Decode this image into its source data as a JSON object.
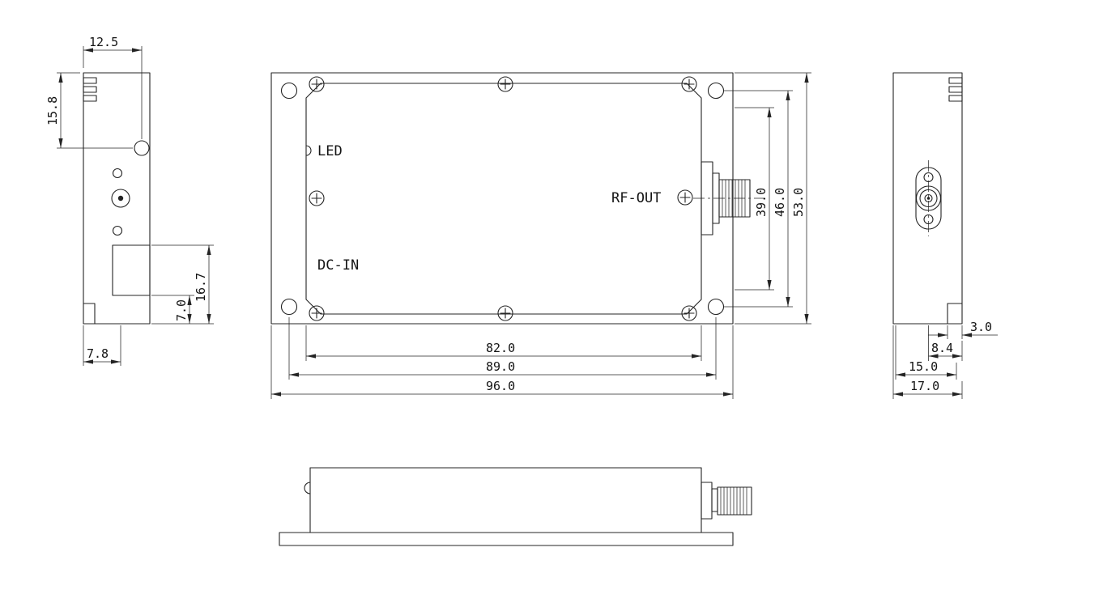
{
  "drawing": {
    "labels": {
      "led": "LED",
      "dc_in": "DC-IN",
      "rf_out": "RF-OUT"
    },
    "dims": {
      "left": {
        "top_width": "12.5",
        "hole_offset": "15.8",
        "foot_height": "7.0",
        "dc_height": "16.7",
        "bottom_width": "7.8"
      },
      "top": {
        "inner_width": "82.0",
        "hole_spacing": "89.0",
        "overall_width": "96.0",
        "v_inner": "39.0",
        "v_hole": "46.0",
        "v_overall": "53.0"
      },
      "right": {
        "foot_depth": "3.0",
        "conn_offset": "8.4",
        "inner_width": "15.0",
        "overall_width": "17.0"
      }
    }
  }
}
